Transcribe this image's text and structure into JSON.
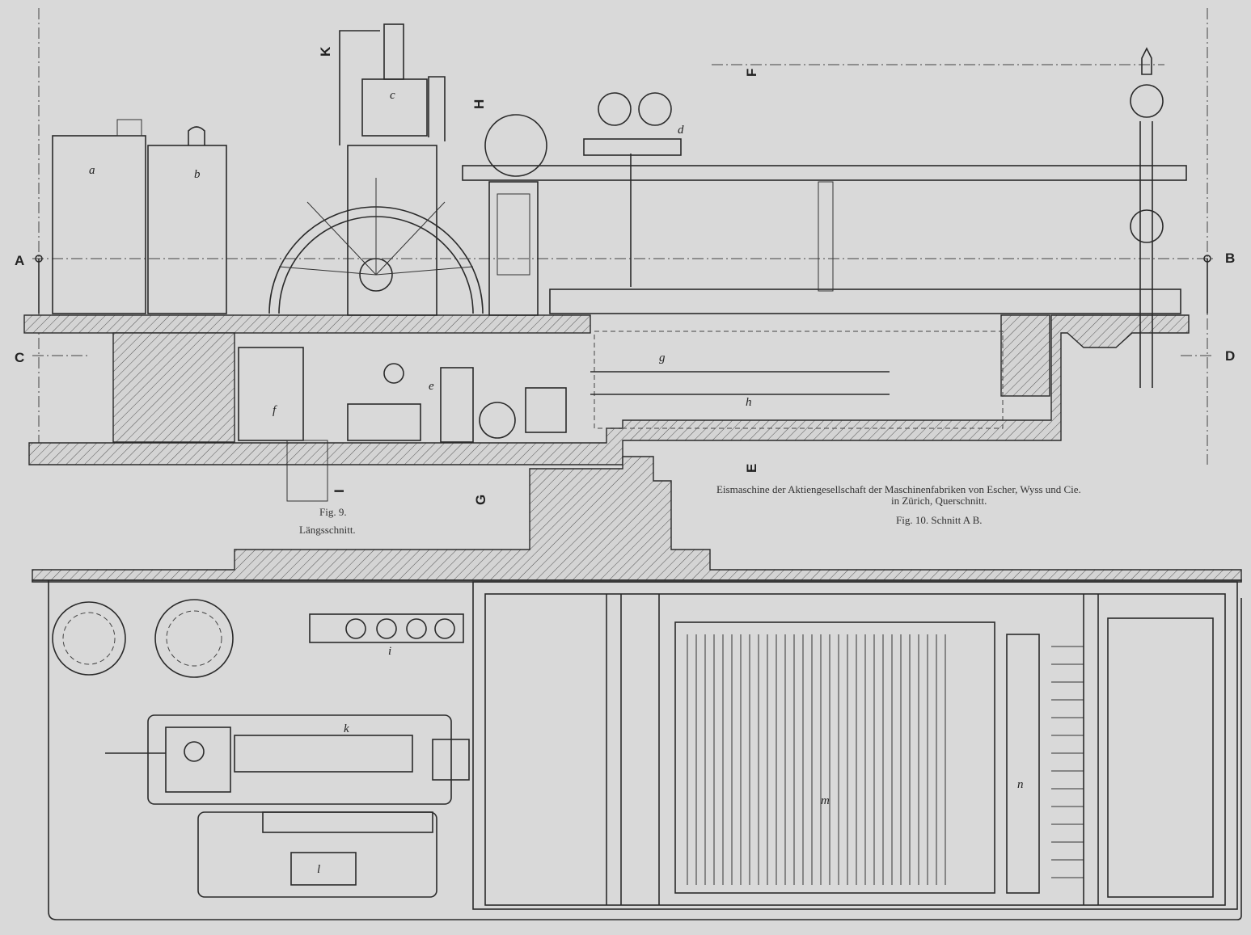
{
  "figure9": {
    "number": "Fig. 9.",
    "title": "Längsschnitt."
  },
  "figure10": {
    "heading_line1": "Eismaschine der Aktiengesellschaft der Maschinenfabriken von Escher, Wyss und Cie.",
    "heading_line2": "in Zürich, Querschnitt.",
    "number_title": "Fig. 10.  Schnitt A B."
  },
  "section_marks": {
    "A": "A",
    "B": "B",
    "C": "C",
    "D": "D",
    "E": "E",
    "F": "F",
    "G": "G",
    "H": "H",
    "I": "I",
    "K": "K"
  },
  "part_labels": {
    "a": "a",
    "b": "b",
    "c": "c",
    "d": "d",
    "e": "e",
    "f": "f",
    "g": "g",
    "h": "h",
    "i": "i",
    "k": "k",
    "l": "l",
    "m": "m",
    "n": "n"
  }
}
